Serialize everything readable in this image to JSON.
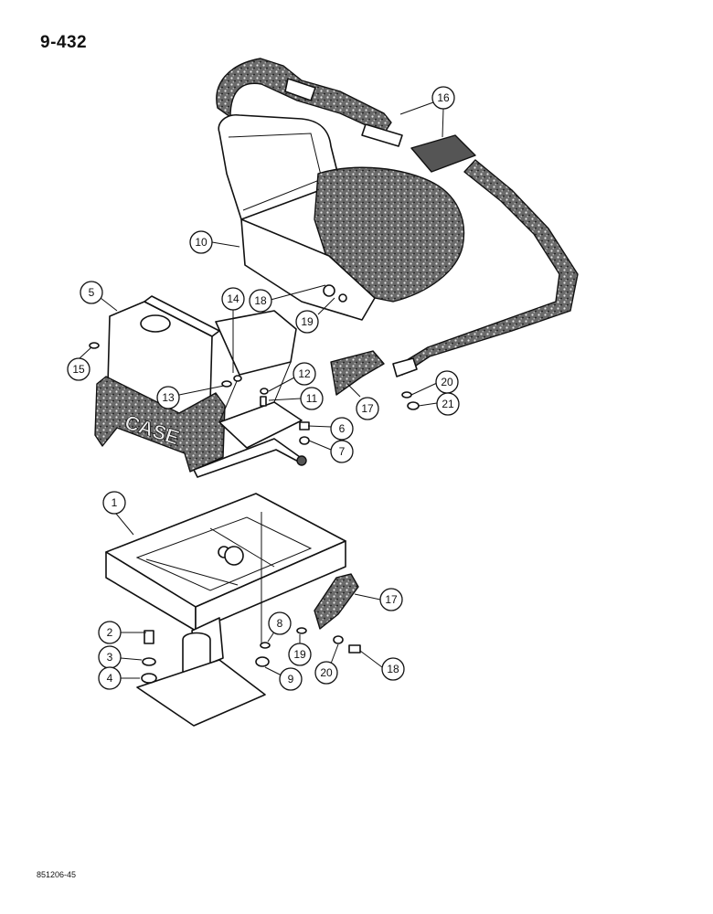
{
  "page_number": "9-432",
  "footer_code": "851206-45",
  "logo_text": "CASE",
  "callouts": [
    {
      "label": "1"
    },
    {
      "label": "2"
    },
    {
      "label": "3"
    },
    {
      "label": "4"
    },
    {
      "label": "5"
    },
    {
      "label": "6"
    },
    {
      "label": "7"
    },
    {
      "label": "8"
    },
    {
      "label": "9"
    },
    {
      "label": "10"
    },
    {
      "label": "11"
    },
    {
      "label": "12"
    },
    {
      "label": "13"
    },
    {
      "label": "14"
    },
    {
      "label": "15"
    },
    {
      "label": "16"
    },
    {
      "label": "17"
    },
    {
      "label": "17"
    },
    {
      "label": "18"
    },
    {
      "label": "18"
    },
    {
      "label": "19"
    },
    {
      "label": "19"
    },
    {
      "label": "20"
    },
    {
      "label": "20"
    },
    {
      "label": "21"
    }
  ]
}
